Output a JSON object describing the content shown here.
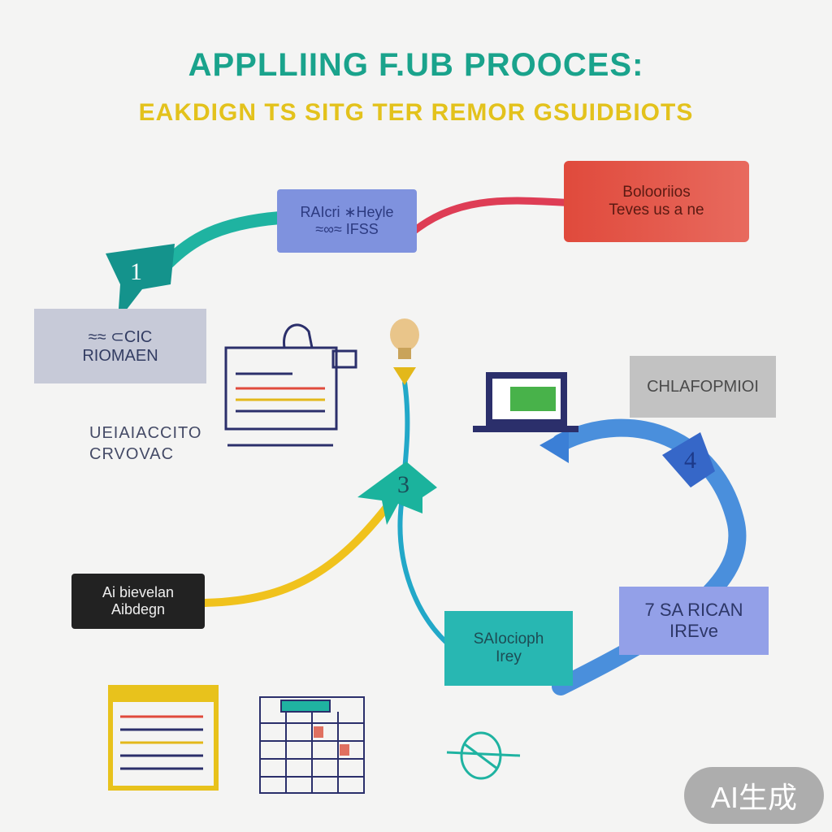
{
  "title": {
    "main": "APPLLIING F.UB PROOCES:",
    "sub": "EAKDIGN TS  SITG TER REMOR GSUIDBIOTS"
  },
  "nodes": {
    "top_center": [
      "RAIcri ∗Heyle",
      "≈∞≈ IFSS"
    ],
    "top_right": [
      "Bolooriios",
      "Teves us a ne"
    ],
    "left": [
      "≈≈ ⊂CIC",
      "RIOMAEN"
    ],
    "right_gray": [
      "CHLAFOPMIOI"
    ],
    "bottom_left_dark": [
      "Ai bievelan",
      "Aibdegn"
    ],
    "bottom_center": [
      "SAIocioph",
      "Irey"
    ],
    "bottom_right": [
      "7 SA RICAN",
      "IREve"
    ]
  },
  "left_caption": [
    "UEIAIACCITO",
    "CRVOVAC"
  ],
  "steps": {
    "one": "1",
    "three": "3",
    "four": "4"
  },
  "watermark": "AI生成",
  "colors": {
    "teal": "#1aa38c",
    "yellow": "#e3c21c",
    "red": "#e04a3c",
    "blue": "#3f86d6",
    "periwinkle": "#7f92de",
    "navy": "#2b2f6b"
  },
  "icons": [
    "document-window-icon",
    "lightbulb-icon",
    "laptop-icon",
    "checklist-window-icon",
    "calendar-grid-icon",
    "scribble-icon"
  ]
}
